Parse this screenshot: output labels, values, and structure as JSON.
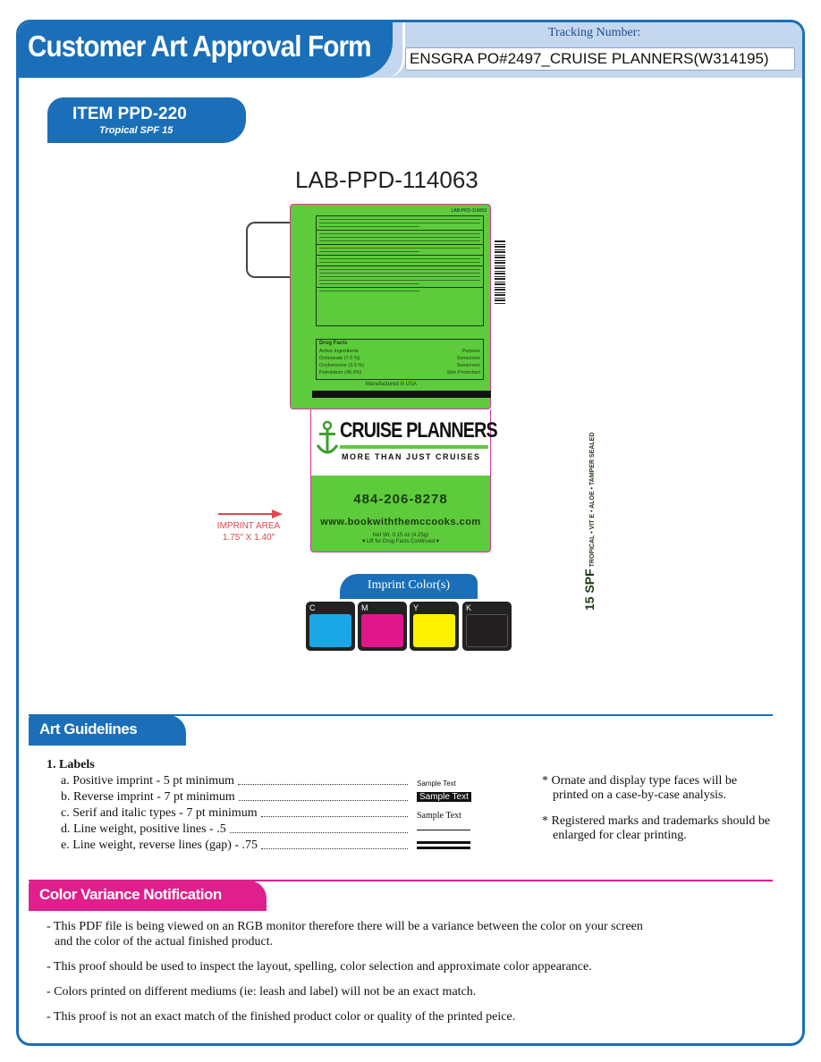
{
  "header": {
    "title": "Customer Art Approval Form",
    "tracking_label": "Tracking Number:",
    "tracking_number": "ENSGRA PO#2497_CRUISE PLANNERS(W314195)"
  },
  "item": {
    "number": "ITEM PPD-220",
    "subtitle": "Tropical SPF 15"
  },
  "proof": {
    "label_code": "LAB-PPD-114063",
    "side_text": "TROPICAL • VIT E • ALOE • TAMPER SEALED",
    "side_spf": "15 SPF",
    "mini_header": "LAB-PPD-114063",
    "drug_facts_title": "Drug Facts",
    "drug_facts_rows": [
      {
        "name": "Active Ingredients",
        "purpose": "Purpose"
      },
      {
        "name": "Octinoxate (7.5 %)",
        "purpose": "Sunscreen"
      },
      {
        "name": "Oxybenzone (3.5 %)",
        "purpose": "Sunscreen"
      },
      {
        "name": "Petrolatum (40.0%)",
        "purpose": "Skin Protectant"
      }
    ],
    "made_in": "Manufactured in USA",
    "logo_name": "CRUISE PLANNERS",
    "logo_tagline": "MORE THAN JUST CRUISES",
    "phone": "484-206-8278",
    "website": "www.bookwiththemccooks.com",
    "net_wt": "Net Wt. 0.15 oz (4.25g)",
    "lift_note": "▼Lift for Drug Facts Continued▼",
    "imprint_area_label": "IMPRINT AREA",
    "imprint_area_size": "1.75\" X 1.40\""
  },
  "imprint_colors": {
    "title": "Imprint Color(s)",
    "swatches": [
      {
        "letter": "C",
        "color": "#1ba6e6"
      },
      {
        "letter": "M",
        "color": "#e0168b"
      },
      {
        "letter": "Y",
        "color": "#fff200"
      },
      {
        "letter": "K",
        "color": "#231f20"
      }
    ]
  },
  "art_guidelines": {
    "title": "Art Guidelines",
    "labels_heading": "1. Labels",
    "items": [
      "a. Positive imprint - 5 pt minimum",
      "b. Reverse imprint - 7 pt minimum",
      "c. Serif and italic types - 7 pt minimum",
      "d. Line weight, positive lines - .5",
      "e. Line weight, reverse lines (gap) - .75"
    ],
    "samples": [
      "Sample Text",
      "Sample Text",
      "Sample Text"
    ],
    "notes": [
      "* Ornate and display type faces will be printed on a case-by-case analysis.",
      "* Registered marks and trademarks should be enlarged for clear printing."
    ]
  },
  "color_variance": {
    "title": "Color Variance Notification",
    "lines": [
      "- This PDF file is being viewed on an RGB monitor therefore there will be a variance between the color on your screen and the color of the actual finished product.",
      "- This proof should be used to inspect the layout, spelling, color selection and approximate color appearance.",
      "- Colors printed on different mediums (ie: leash and label) will not be an exact match.",
      "- This proof is not an exact match of the finished product color or quality of the printed peice."
    ]
  },
  "colors": {
    "brand_blue": "#1a6fb8",
    "header_light": "#c5d7ee",
    "label_green": "#5dcb3c",
    "magenta": "#e01f8c",
    "imprint_red": "#e0474c"
  }
}
